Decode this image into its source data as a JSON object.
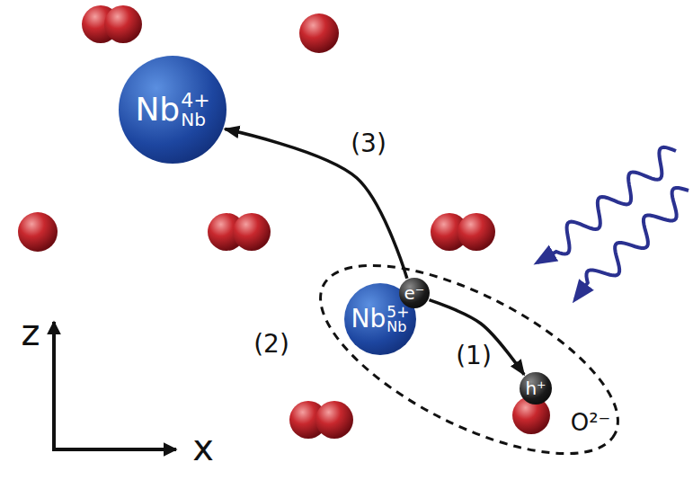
{
  "diagram": {
    "nodes": [
      {
        "text": [
          "Nb",
          "4+",
          "Nb"
        ]
      },
      {
        "text": [
          "Nb",
          "5+",
          "Nb"
        ]
      },
      {
        "text": [
          "e⁻"
        ],
        "in": 1
      },
      {
        "text": [
          "h⁺"
        ]
      }
    ],
    "edges": [
      {
        "from": 2,
        "to": 0,
        "arrow": "to",
        "label": "(3)"
      },
      {
        "from": 2,
        "to": 3,
        "arrow": "to",
        "label": "(1)"
      }
    ],
    "labels": [
      "(2)",
      "O²⁻",
      "z",
      "x"
    ]
  }
}
